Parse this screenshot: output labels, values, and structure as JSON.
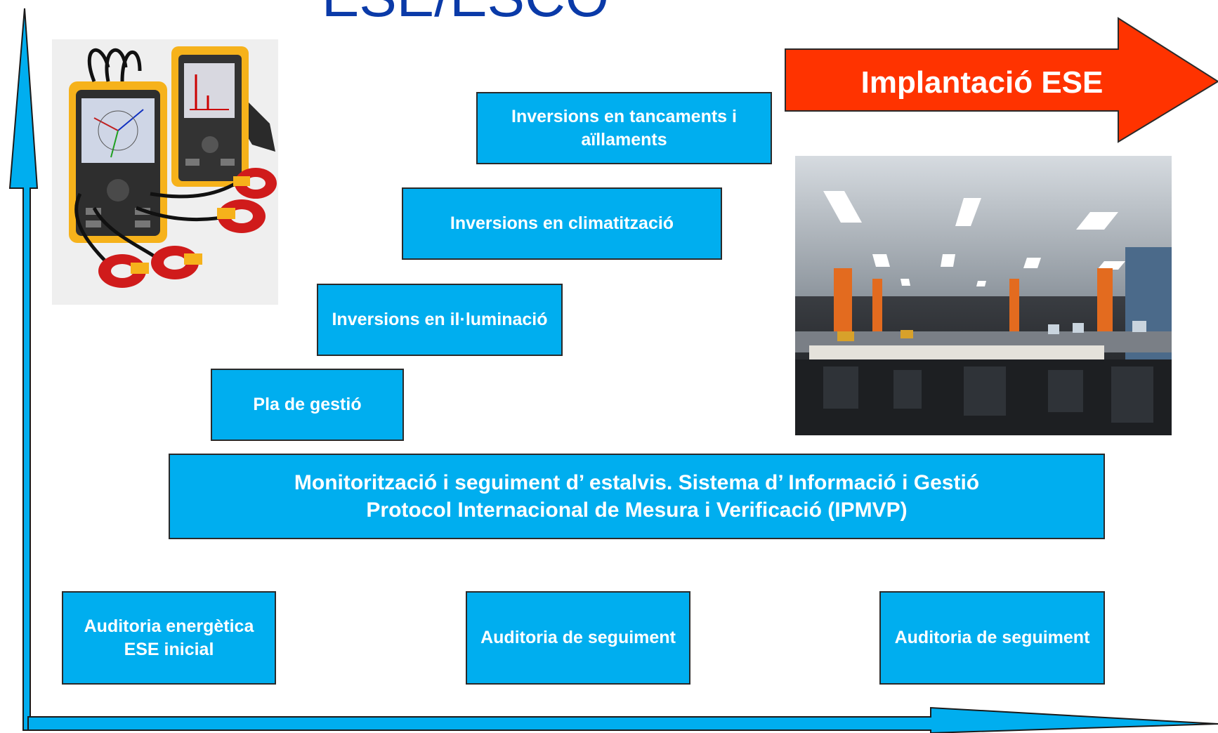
{
  "title": "ESE/ESCO",
  "colors": {
    "box_fill": "#00aeef",
    "box_border": "#2a2a2a",
    "box_text": "#ffffff",
    "axis_fill": "#00aeef",
    "highlight_arrow": "#ff3300",
    "title": "#0a3aa8"
  },
  "highlight_arrow": {
    "label": "Implantació ESE"
  },
  "boxes": {
    "tancaments": [
      "Inversions en tancaments i",
      "aïllaments"
    ],
    "climatitzacio": [
      "Inversions en climatització"
    ],
    "illuminacio": [
      "Inversions en il·luminació"
    ],
    "pla_gestio": [
      "Pla de gestió"
    ],
    "monitoritzacio": [
      "Monitorització i seguiment d’ estalvis. Sistema d’ Informació i Gestió",
      "Protocol Internacional de Mesura i Verificació (IPMVP)"
    ],
    "auditoria_inicial": [
      "Auditoria energètica",
      "ESE inicial"
    ],
    "auditoria_seguiment_1": [
      "Auditoria de seguiment"
    ],
    "auditoria_seguiment_2": [
      "Auditoria de seguiment"
    ]
  },
  "images": {
    "analyzer": "power-quality-analyzer-photo",
    "office": "office-interior-photo"
  }
}
